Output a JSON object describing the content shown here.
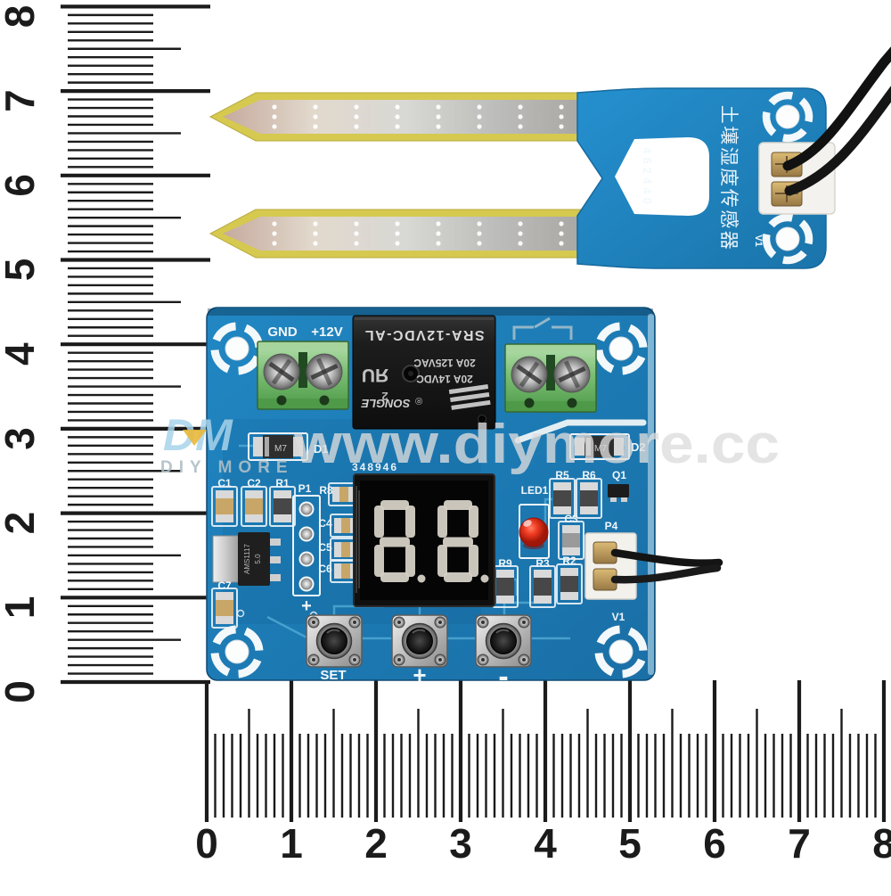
{
  "rulers": {
    "vertical_labels": [
      "8",
      "7",
      "6",
      "5",
      "4",
      "3",
      "2",
      "1",
      "0"
    ],
    "horizontal_labels": [
      "0",
      "1",
      "2",
      "3",
      "4",
      "5",
      "6",
      "7",
      "8"
    ]
  },
  "sensor": {
    "serial_vertical": "462440",
    "label_cn": "土壤湿度传感器",
    "version": "V1"
  },
  "board": {
    "power_labels": {
      "gnd": "GND",
      "v12": "+12V"
    },
    "relay": {
      "model": "SRA-12VDC-AL",
      "rating_ac": "20A 125VAC",
      "rating_dc": "20A 14VDC",
      "brand": "SONGLE",
      "reg_mark": "®",
      "ul_mark": "ЯU",
      "ul_class": "2"
    },
    "serial": "348946",
    "display_value": "8.8.",
    "component_labels": {
      "d1": "D1",
      "d2": "D2",
      "m7": "M7",
      "c1": "C1",
      "c2": "C2",
      "r1": "R1",
      "p1": "P1",
      "r8": "R8",
      "c4": "C4",
      "c5": "C5",
      "c6": "C6",
      "c7": "C7",
      "plus_mark": "+",
      "regulator": "AMS1117",
      "regulator_v": "5.0",
      "led1": "LED1",
      "r9": "R9",
      "r3": "R3",
      "r5": "R5",
      "r6": "R6",
      "q1": "Q1",
      "c3": "C3",
      "r2": "R2",
      "p4": "P4",
      "v1": "V1"
    },
    "buttons": {
      "set": "SET",
      "plus": "+",
      "minus": "-"
    }
  },
  "watermark": {
    "site": "www.diymore.cc",
    "logo": "DM",
    "logo_text": "DIY MORE"
  },
  "colors": {
    "pcb_blue": "#1f7fb8",
    "probe_yellow": "#d6c94f",
    "terminal_green": "#7cbf74",
    "relay_black": "#181818",
    "led_red": "#e63322",
    "segment_gray": "#d4d0c5"
  }
}
